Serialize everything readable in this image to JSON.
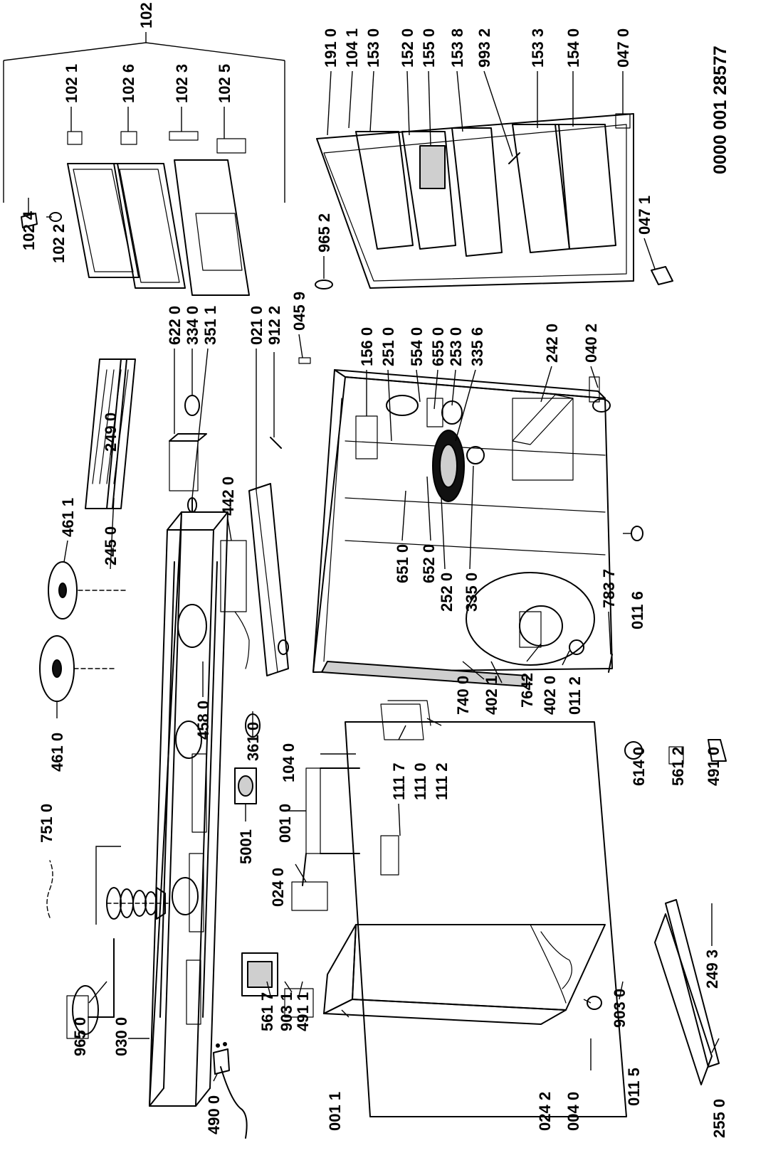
{
  "labels": {
    "l1020": "102 0",
    "l1021": "102 1",
    "l1026": "102 6",
    "l1023": "102 3",
    "l1025": "102 5",
    "l1024": "102 4",
    "l1022": "102 2",
    "l1910": "191 0",
    "l1041": "104 1",
    "l1530": "153 0",
    "l1520": "152 0",
    "l1550": "155 0",
    "l1538": "153 8",
    "l9932": "993 2",
    "l1533": "153 3",
    "l1540": "154 0",
    "l0470": "047 0",
    "l0471": "047 1",
    "l9652": "965 2",
    "l6220": "622 0",
    "l3340": "334 0",
    "l3511": "351 1",
    "l0210": "021 0",
    "l9122": "912 2",
    "l0459": "045 9",
    "l1560": "156 0",
    "l2510": "251 0",
    "l5540": "554 0",
    "l6550": "655 0",
    "l2530": "253 0",
    "l3356": "335 6",
    "l2420": "242 0",
    "l0402": "040 2",
    "l2490": "249 0",
    "l4611": "461 1",
    "l2450": "245 0",
    "l4420": "442 0",
    "l6510": "651 0",
    "l6520": "652 0",
    "l2520": "252 0",
    "l3350": "335 0",
    "l0116": "011 6",
    "l7837": "783 7",
    "l4610": "461 0",
    "l4580": "458 0",
    "l3610": "361 0",
    "l1040": "104 0",
    "l7400": "740 0",
    "l4021": "402 1",
    "l7642": "7642",
    "l4020": "402 0",
    "l0112": "011 2",
    "l7510": "751 0",
    "l5001": "5001",
    "l0010": "001 0",
    "l1117": "111 7",
    "l1110": "111 0",
    "l1112": "111 2",
    "l6140": "614 0",
    "l5612": "561 2",
    "l4910": "491 0",
    "l0240": "024 0",
    "l9650": "965 0",
    "l0300": "030 0",
    "l5617": "561 7",
    "l9031": "903 1",
    "l4911": "491 1",
    "l9030": "903 0",
    "l2493": "249 3",
    "l4900": "490 0",
    "l0011": "001 1",
    "l0242": "024 2",
    "l0040": "004 0",
    "l0115": "011 5",
    "l2550": "255 0"
  },
  "drawing_code": "0000 001 28577"
}
